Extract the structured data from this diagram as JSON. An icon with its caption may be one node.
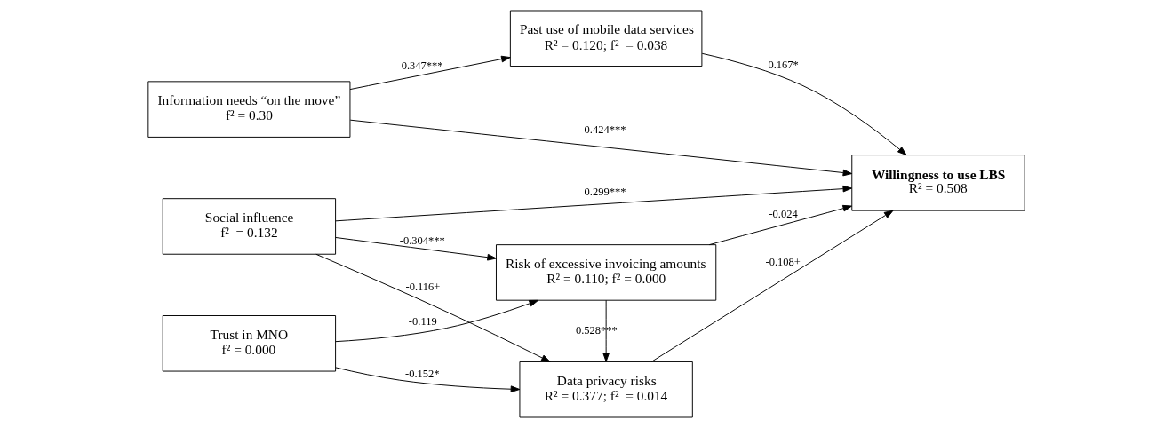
{
  "diagram": {
    "nodes": [
      {
        "text": [
          "Information needs “on the move”",
          "f² = 0.30"
        ]
      },
      {
        "text": [
          "Past use of mobile data services",
          "R² = 0.120; f²  = 0.038"
        ]
      },
      {
        "text": [
          "Social influence",
          "f²  = 0.132"
        ]
      },
      {
        "text": [
          "Data privacy risks",
          "R² = 0.377; f²  = 0.014"
        ]
      },
      {
        "text": [
          "Willingness to use LBS",
          "R² = 0.508"
        ]
      },
      {
        "text": [
          "Trust in MNO",
          "f² = 0.000"
        ]
      },
      {
        "text": [
          "Risk of excessive invoicing amounts",
          "R² = 0.110; f² = 0.000"
        ]
      }
    ],
    "edges": [
      {
        "from": 0,
        "to": 4,
        "arrow": "to",
        "label": "0.424***"
      },
      {
        "from": 0,
        "to": 1,
        "arrow": "to",
        "label": "0.347***"
      },
      {
        "from": 1,
        "to": 4,
        "arrow": "to",
        "label": "0.167*"
      },
      {
        "from": 2,
        "to": 4,
        "arrow": "to",
        "label": "0.299***"
      },
      {
        "from": 2,
        "to": 3,
        "arrow": "to",
        "label": "-0.116+"
      },
      {
        "from": 3,
        "to": 4,
        "arrow": "to",
        "label": "-0.108+"
      },
      {
        "from": 2,
        "to": 6,
        "arrow": "to",
        "label": "-0.304***"
      },
      {
        "from": 5,
        "to": 3,
        "arrow": "to",
        "label": "-0.152*"
      },
      {
        "from": 6,
        "to": 3,
        "arrow": "to",
        "label": "0.528***"
      },
      {
        "from": 5,
        "to": 6,
        "arrow": "to",
        "label": "-0.119"
      },
      {
        "from": 6,
        "to": 4,
        "arrow": "to",
        "label": "-0.024"
      }
    ]
  }
}
